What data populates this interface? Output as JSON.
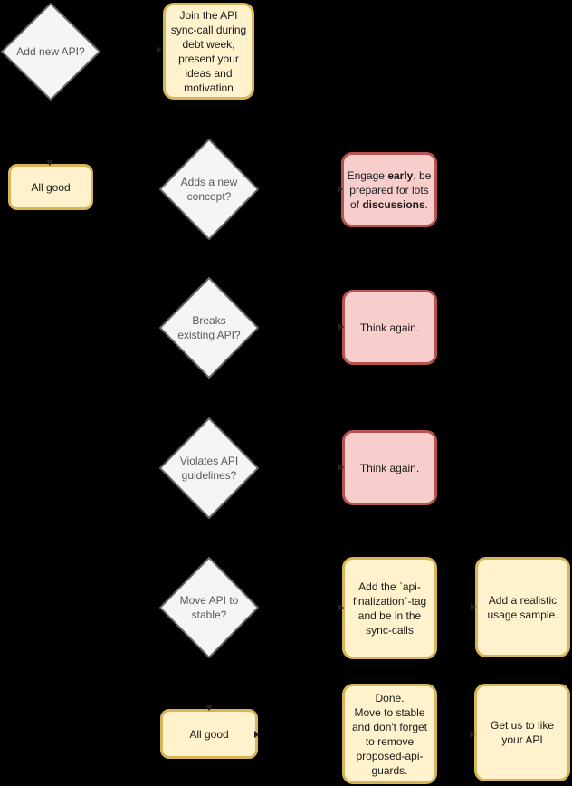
{
  "page": {
    "background": "#000000",
    "kind": "flowchart"
  },
  "palette": {
    "action_fill": "#fff2cc",
    "action_stroke": "#d6b656",
    "warning_fill": "#f8cecc",
    "warning_stroke": "#b85450",
    "decision_fill": "#f5f5f5",
    "decision_stroke": "#666666",
    "decision_text": "#595959",
    "box_text": "#1a1a1a"
  },
  "nodes": {
    "add_new_api": {
      "type": "decision",
      "label": "Add new API?"
    },
    "join_sync_call": {
      "type": "action",
      "label": "Join the API\nsync-call during\ndebt week,\npresent your\nideas and\nmotivation"
    },
    "all_good_left": {
      "type": "action",
      "label": "All good"
    },
    "adds_new_concept": {
      "type": "decision",
      "label": "Adds a new\nconcept?"
    },
    "engage_early": {
      "type": "warning",
      "segments": [
        {
          "text": "Engage "
        },
        {
          "text": "early",
          "bold": true
        },
        {
          "text": ", be\nprepared for lots\nof "
        },
        {
          "text": "discussions",
          "bold": true
        },
        {
          "text": "."
        }
      ]
    },
    "breaks_existing_api": {
      "type": "decision",
      "label": "Breaks\nexisting API?"
    },
    "think_again_1": {
      "type": "warning",
      "label": "Think again."
    },
    "violates_guidelines": {
      "type": "decision",
      "label": "Violates API\nguidelines?"
    },
    "think_again_2": {
      "type": "warning",
      "label": "Think again."
    },
    "move_api_to_stable": {
      "type": "decision",
      "label": "Move API to\nstable?"
    },
    "add_finalization_tag": {
      "type": "action",
      "label": "Add the `api-\nfinalization`-tag\nand be in the\nsync-calls"
    },
    "usage_sample": {
      "type": "action",
      "label": "Add a realistic\nusage sample."
    },
    "all_good_bottom": {
      "type": "action",
      "label": "All good"
    },
    "done_move_to_stable": {
      "type": "action",
      "label": "Done.\nMove to stable\nand don't forget\nto remove\nproposed-api-\nguards."
    },
    "get_us_to_like": {
      "type": "action",
      "label": "Get us to like\nyour API"
    }
  }
}
